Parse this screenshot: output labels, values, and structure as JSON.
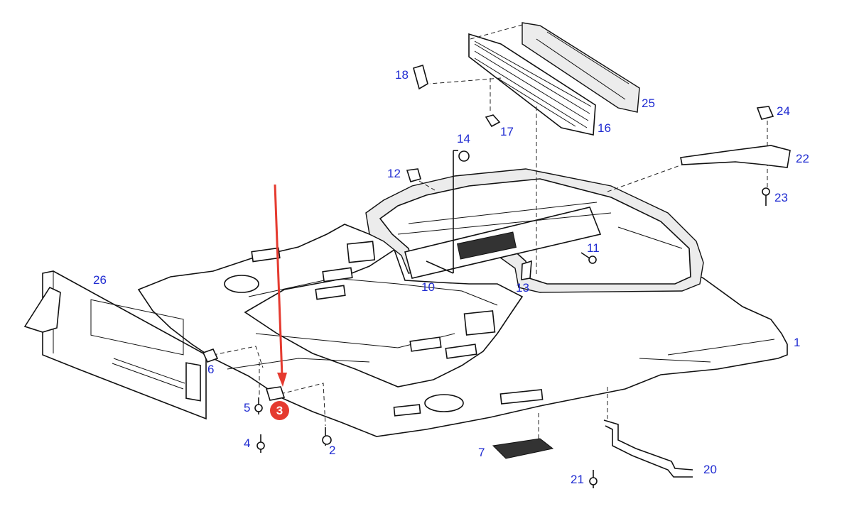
{
  "diagram": {
    "highlight_color": "#e53a2f",
    "label_color": "#1f2bd1",
    "highlighted_part": "3",
    "labels": {
      "p1": "1",
      "p2": "2",
      "p4": "4",
      "p5": "5",
      "p6": "6",
      "p7": "7",
      "p10": "10",
      "p11": "11",
      "p12": "12",
      "p13": "13",
      "p14": "14",
      "p16": "16",
      "p17": "17",
      "p18": "18",
      "p20": "20",
      "p21": "21",
      "p22": "22",
      "p23": "23",
      "p24": "24",
      "p25": "25",
      "p26": "26"
    }
  }
}
